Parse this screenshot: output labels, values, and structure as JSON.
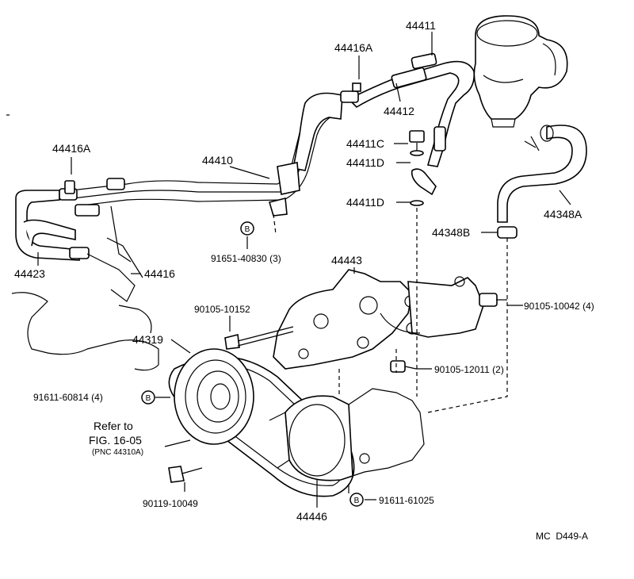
{
  "diagram_code": "MC  D449-A",
  "callouts": {
    "p44411": "44411",
    "p44416A_top": "44416A",
    "p44412": "44412",
    "p44411C": "44411C",
    "p44411D_1": "44411D",
    "p44411D_2": "44411D",
    "p44416A_left": "44416A",
    "p44410": "44410",
    "p44348A": "44348A",
    "p44348B": "44348B",
    "p91651": "91651-40830 (3)",
    "p44423": "44423",
    "p44416": "44416",
    "p44443": "44443",
    "p90105_10042": "90105-10042 (4)",
    "p90105_10152": "90105-10152",
    "p44319": "44319",
    "p90105_12011": "90105-12011 (2)",
    "p91611_60814": "91611-60814 (4)",
    "refer_line1": "Refer to",
    "refer_line2": "FIG. 16-05",
    "refer_line3": "(PNC 44310A)",
    "p90119": "90119-10049",
    "p44446": "44446",
    "p91611_61025": "91611-61025"
  },
  "bolt_marker": "B"
}
